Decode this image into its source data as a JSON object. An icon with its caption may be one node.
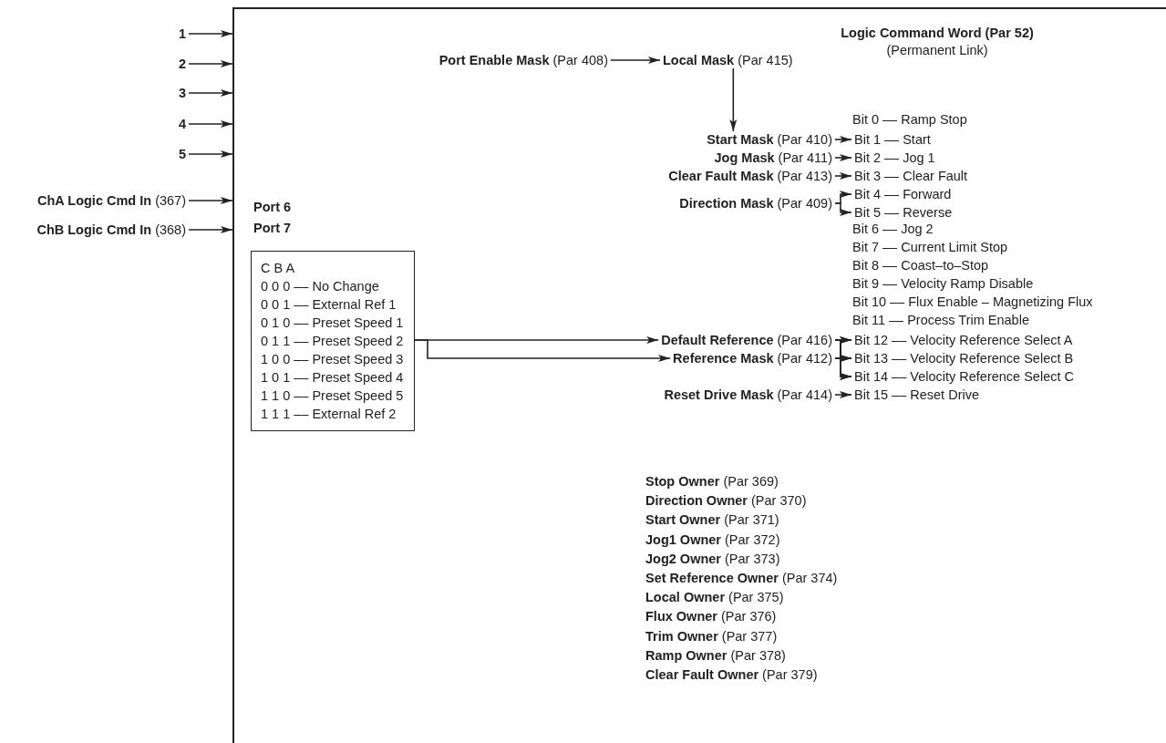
{
  "diagram": {
    "nodes": [
      {
        "text": [],
        "shape": "box"
      },
      {
        "text": [
          "1"
        ]
      },
      {
        "text": [
          "2"
        ]
      },
      {
        "text": [
          "3"
        ]
      },
      {
        "text": [
          "4"
        ]
      },
      {
        "text": [
          "5"
        ]
      },
      {
        "text": [
          "**ChA Logic Cmd In** (367)"
        ]
      },
      {
        "text": [
          "**ChB Logic Cmd In** (368)"
        ]
      },
      {
        "text": [
          "**Port Enable Mask** (Par 408)"
        ],
        "in": 0
      },
      {
        "text": [
          "**Local Mask** (Par 415)"
        ],
        "in": 0
      },
      {
        "text": [
          "**Start Mask** (Par 410)"
        ],
        "in": 0
      },
      {
        "text": [
          "**Jog Mask** (Par 411)"
        ],
        "in": 0
      },
      {
        "text": [
          "**Clear Fault Mask** (Par 413)"
        ],
        "in": 0
      },
      {
        "text": [
          "**Direction Mask** (Par 409)"
        ],
        "in": 0
      },
      {
        "text": [
          "Bit 1 –– Start"
        ],
        "in": 0
      },
      {
        "text": [
          "Bit 2 –– Jog 1"
        ],
        "in": 0
      },
      {
        "text": [
          "Bit 3 –– Clear Fault"
        ],
        "in": 0
      },
      {
        "text": [
          "Bit 4 –– Forward"
        ],
        "in": 0
      },
      {
        "text": [
          "Bit 5 –– Reverse"
        ],
        "in": 0
      },
      {
        "text": [
          "C B A",
          "0 0 0 –– No Change",
          "0 0 1 –– External Ref 1",
          "0 1 0 –– Preset Speed 1",
          "0 1 1 –– Preset Speed 2",
          "1 0 0 –– Preset Speed 3",
          "1 0 1 –– Preset Speed 4",
          "1 1 0 –– Preset Speed 5",
          "1 1 1 –– External Ref 2"
        ],
        "in": 0
      },
      {
        "text": [
          "**Default Reference** (Par 416)"
        ],
        "in": 0
      },
      {
        "text": [
          "**Reference Mask** (Par 412)"
        ],
        "in": 0
      },
      {
        "text": [
          "Bit 12 –– Velocity Reference Select A"
        ],
        "in": 0
      },
      {
        "text": [
          "Bit 13 –– Velocity Reference Select B"
        ],
        "in": 0
      },
      {
        "text": [
          "Bit 14 –– Velocity Reference Select C"
        ],
        "in": 0
      },
      {
        "text": [
          "**Reset Drive Mask** (Par 414)"
        ],
        "in": 0
      },
      {
        "text": [
          "Bit 15 –– Reset Drive"
        ],
        "in": 0
      }
    ],
    "edges": [
      {
        "from": 1,
        "to": 0,
        "arrow": "to"
      },
      {
        "from": 2,
        "to": 0,
        "arrow": "to"
      },
      {
        "from": 3,
        "to": 0,
        "arrow": "to"
      },
      {
        "from": 4,
        "to": 0,
        "arrow": "to"
      },
      {
        "from": 5,
        "to": 0,
        "arrow": "to"
      },
      {
        "from": 6,
        "to": 0,
        "arrow": "to"
      },
      {
        "from": 7,
        "to": 0,
        "arrow": "to"
      },
      {
        "from": 8,
        "to": 9,
        "arrow": "to"
      },
      {
        "from": 9,
        "to": 10,
        "arrow": "to"
      },
      {
        "from": 10,
        "to": 14,
        "arrow": "to"
      },
      {
        "from": 11,
        "to": 15,
        "arrow": "to"
      },
      {
        "from": 12,
        "to": 16,
        "arrow": "to"
      },
      {
        "from": 13,
        "to": 17,
        "arrow": "to"
      },
      {
        "from": 13,
        "to": 18,
        "arrow": "to"
      },
      {
        "from": 19,
        "to": 20,
        "arrow": "to"
      },
      {
        "from": 19,
        "to": 21,
        "arrow": "to"
      },
      {
        "from": 20,
        "to": 22,
        "arrow": "to"
      },
      {
        "from": 20,
        "to": 23,
        "arrow": "to"
      },
      {
        "from": 20,
        "to": 24,
        "arrow": "to"
      },
      {
        "from": 21,
        "to": 22,
        "arrow": "to"
      },
      {
        "from": 21,
        "to": 23,
        "arrow": "to"
      },
      {
        "from": 21,
        "to": 24,
        "arrow": "to"
      },
      {
        "from": 25,
        "to": 26,
        "arrow": "to"
      }
    ],
    "labels": [
      "Logic Command Word (Par 52)",
      "(Permanent Link)",
      "Bit 0 –– Ramp Stop",
      "Port 6",
      "Port 7",
      "Bit 6 –– Jog 2",
      "Bit 7 –– Current Limit Stop",
      "Bit 8 –– Coast–to–Stop",
      "Bit 9 –– Velocity Ramp Disable",
      "Bit 10 –– Flux Enable – Magnetizing Flux",
      "Bit 11 –– Process Trim Enable",
      "**Stop Owner** (Par 369)",
      "**Direction Owner** (Par 370)",
      "**Start Owner** (Par 371)",
      "**Jog1 Owner** (Par 372)",
      "**Jog2 Owner** (Par 373)",
      "**Set Reference Owner** (Par 374)",
      "**Local Owner** (Par 375)",
      "**Flux Owner** (Par 376)",
      "**Trim Owner** (Par 377)",
      "**Ramp Owner** (Par 378)",
      "**Clear Fault Owner** (Par 379)"
    ]
  }
}
